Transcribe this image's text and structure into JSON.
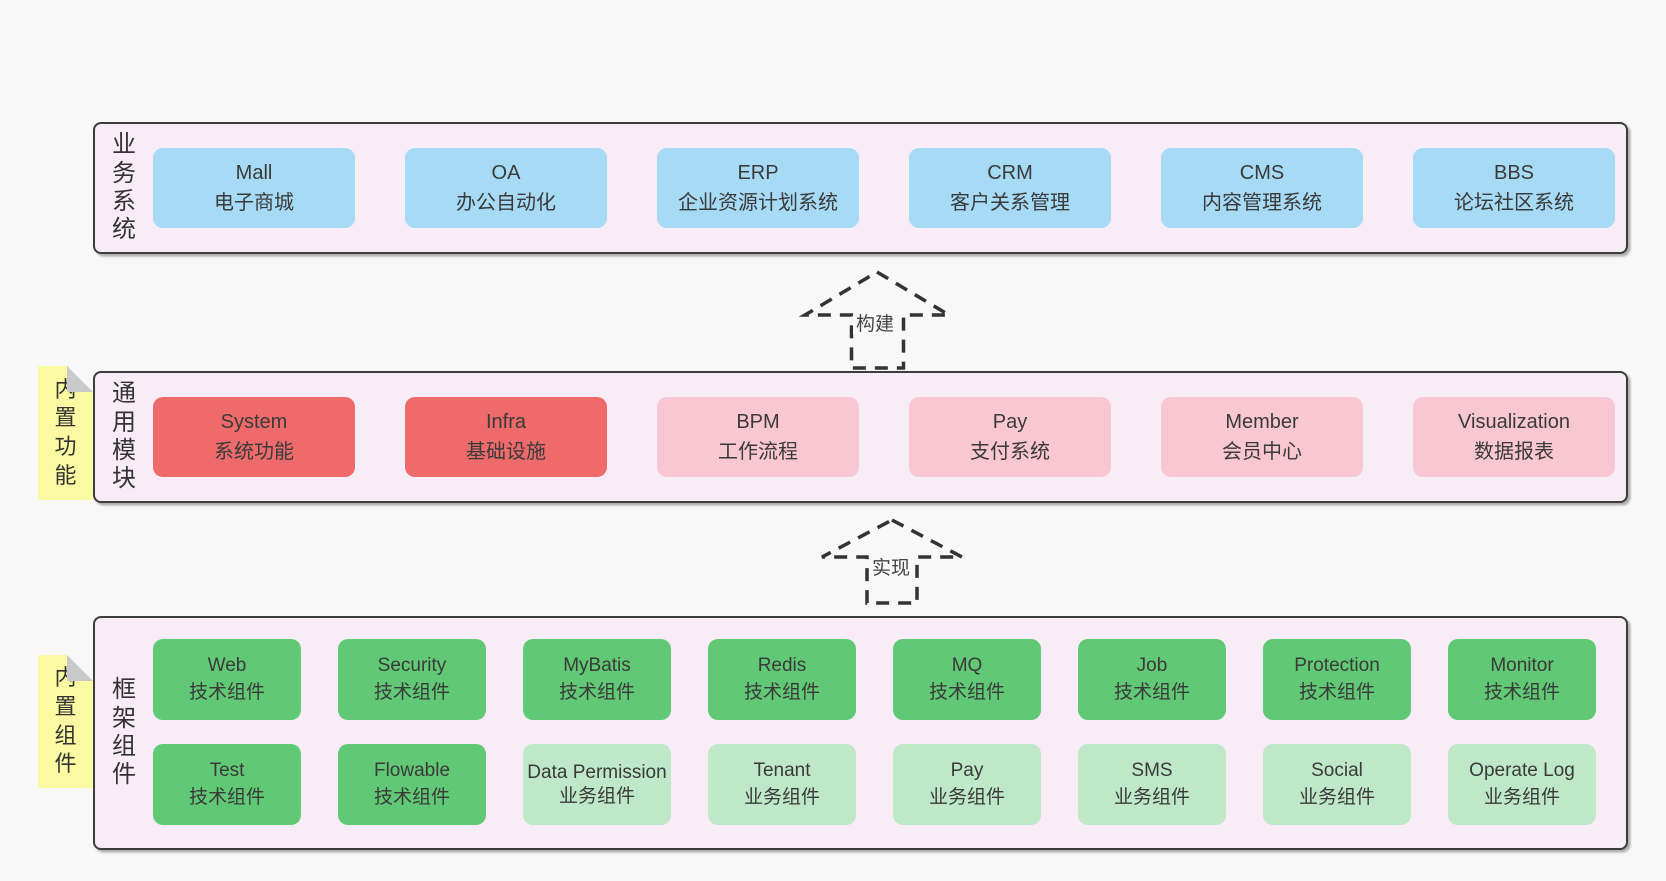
{
  "colors": {
    "page_bg": "#f8f8f8",
    "band_bg": "#f8edf6",
    "band_border": "#3d3d3d",
    "blue": "#a6daf5",
    "red": "#ee6a6b",
    "pink": "#f9c7d2",
    "green": "#61c875",
    "green_light": "#bee8c7",
    "note_bg": "#fbf9a2",
    "note_fold": "#c9c9c9",
    "text": "#3a3a3a"
  },
  "arrows": [
    {
      "label": "构建"
    },
    {
      "label": "实现"
    }
  ],
  "notes": [
    {
      "label": "内置功能"
    },
    {
      "label": "内置组件"
    }
  ],
  "bands": [
    {
      "label": "业务系统",
      "boxes": [
        {
          "name": "Mall",
          "desc": "电子商城",
          "variant": "blue"
        },
        {
          "name": "OA",
          "desc": "办公自动化",
          "variant": "blue"
        },
        {
          "name": "ERP",
          "desc": "企业资源计划系统",
          "variant": "blue"
        },
        {
          "name": "CRM",
          "desc": "客户关系管理",
          "variant": "blue"
        },
        {
          "name": "CMS",
          "desc": "内容管理系统",
          "variant": "blue"
        },
        {
          "name": "BBS",
          "desc": "论坛社区系统",
          "variant": "blue"
        }
      ]
    },
    {
      "label": "通用模块",
      "boxes": [
        {
          "name": "System",
          "desc": "系统功能",
          "variant": "red"
        },
        {
          "name": "Infra",
          "desc": "基础设施",
          "variant": "red"
        },
        {
          "name": "BPM",
          "desc": "工作流程",
          "variant": "pink"
        },
        {
          "name": "Pay",
          "desc": "支付系统",
          "variant": "pink"
        },
        {
          "name": "Member",
          "desc": "会员中心",
          "variant": "pink"
        },
        {
          "name": "Visualization",
          "desc": "数据报表",
          "variant": "pink"
        }
      ]
    },
    {
      "label": "框架组件",
      "rows": [
        [
          {
            "name": "Web",
            "desc": "技术组件",
            "variant": "green"
          },
          {
            "name": "Security",
            "desc": "技术组件",
            "variant": "green"
          },
          {
            "name": "MyBatis",
            "desc": "技术组件",
            "variant": "green"
          },
          {
            "name": "Redis",
            "desc": "技术组件",
            "variant": "green"
          },
          {
            "name": "MQ",
            "desc": "技术组件",
            "variant": "green"
          },
          {
            "name": "Job",
            "desc": "技术组件",
            "variant": "green"
          },
          {
            "name": "Protection",
            "desc": "技术组件",
            "variant": "green"
          },
          {
            "name": "Monitor",
            "desc": "技术组件",
            "variant": "green"
          }
        ],
        [
          {
            "name": "Test",
            "desc": "技术组件",
            "variant": "green"
          },
          {
            "name": "Flowable",
            "desc": "技术组件",
            "variant": "green"
          },
          {
            "name": "Data Permission",
            "desc": "业务组件",
            "variant": "green-light"
          },
          {
            "name": "Tenant",
            "desc": "业务组件",
            "variant": "green-light"
          },
          {
            "name": "Pay",
            "desc": "业务组件",
            "variant": "green-light"
          },
          {
            "name": "SMS",
            "desc": "业务组件",
            "variant": "green-light"
          },
          {
            "name": "Social",
            "desc": "业务组件",
            "variant": "green-light"
          },
          {
            "name": "Operate Log",
            "desc": "业务组件",
            "variant": "green-light"
          }
        ]
      ]
    }
  ]
}
